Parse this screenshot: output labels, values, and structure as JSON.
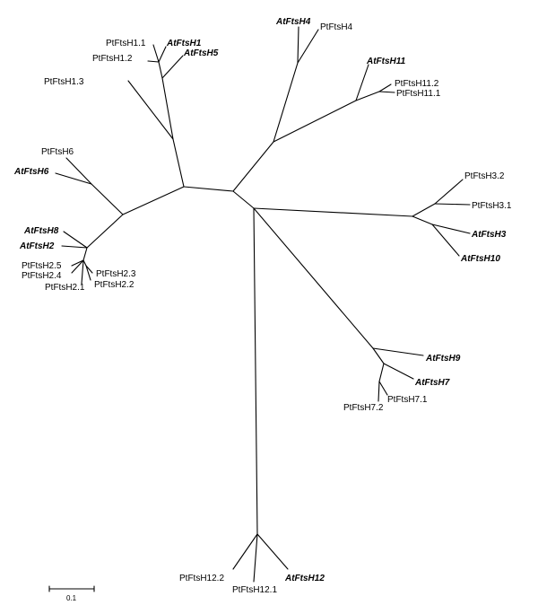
{
  "tree": {
    "scale_bar_label": "0.1",
    "leaves": {
      "pt_ftsh1_1": "PtFtsH1.1",
      "at_ftsh1": "AtFtsH1",
      "pt_ftsh1_2": "PtFtsH1.2",
      "at_ftsh5": "AtFtsH5",
      "pt_ftsh1_3": "PtFtsH1.3",
      "at_ftsh4": "AtFtsH4",
      "pt_ftsh4": "PtFtsH4",
      "at_ftsh11": "AtFtsH11",
      "pt_ftsh11_2": "PtFtsH11.2",
      "pt_ftsh11_1": "PtFtsH11.1",
      "pt_ftsh6": "PtFtsH6",
      "at_ftsh6": "AtFtsH6",
      "pt_ftsh3_2": "PtFtsH3.2",
      "pt_ftsh3_1": "PtFtsH3.1",
      "at_ftsh3": "AtFtsH3",
      "at_ftsh10": "AtFtsH10",
      "at_ftsh8": "AtFtsH8",
      "at_ftsh2": "AtFtsH2",
      "pt_ftsh2_5": "PtFtsH2.5",
      "pt_ftsh2_4": "PtFtsH2.4",
      "pt_ftsh2_3": "PtFtsH2.3",
      "pt_ftsh2_2": "PtFtsH2.2",
      "pt_ftsh2_1": "PtFtsH2.1",
      "at_ftsh9": "AtFtsH9",
      "at_ftsh7": "AtFtsH7",
      "pt_ftsh7_2": "PtFtsH7.2",
      "pt_ftsh7_1": "PtFtsH7.1",
      "pt_ftsh12_2": "PtFtsH12.2",
      "at_ftsh12": "AtFtsH12",
      "pt_ftsh12_1": "PtFtsH12.1"
    }
  }
}
